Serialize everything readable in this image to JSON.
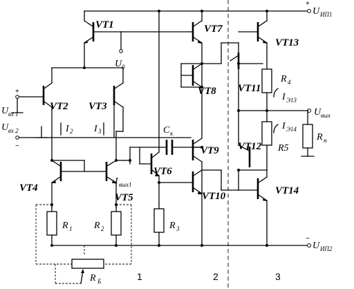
{
  "transistors": {
    "vt1": "VT1",
    "vt2": "VT2",
    "vt3": "VT3",
    "vt4": "VT4",
    "vt5": "VT5",
    "vt6": "VT6",
    "vt7": "VT7",
    "vt8": "VT8",
    "vt9": "VT9",
    "vt10": "VT10",
    "vt11": "VT11",
    "vt12": "VT12",
    "vt13": "VT13",
    "vt14": "VT14"
  },
  "resistors": {
    "r1": {
      "main": "R",
      "sub": "1"
    },
    "r2": {
      "main": "R",
      "sub": "2"
    },
    "r3": {
      "main": "R",
      "sub": "3"
    },
    "r4": {
      "main": "R",
      "sub": "4"
    },
    "r5": "R5",
    "rn": {
      "main": "R",
      "sub": "н"
    },
    "rb": {
      "main": "R",
      "sub": "Б"
    }
  },
  "capacitor": {
    "main": "C",
    "sub": "к"
  },
  "currents": {
    "i2": {
      "main": "I",
      "sub": "2"
    },
    "i3": {
      "main": "I",
      "sub": "3"
    },
    "iout1": {
      "main": "I",
      "sub": "вых1"
    },
    "ie13": {
      "main": "I",
      "sub": "Э13"
    },
    "ie14": {
      "main": "I",
      "sub": "Э14"
    }
  },
  "nodes": {
    "u0": {
      "main": "U",
      "sub": "0"
    },
    "uin1": {
      "main": "U",
      "sub": "вх 1"
    },
    "uin2": {
      "main": "U",
      "sub": "вх 2"
    },
    "uout": {
      "main": "U",
      "sub": "вых"
    },
    "usup1": {
      "main": "U",
      "sub": "ИП1"
    },
    "usup2": {
      "main": "U",
      "sub": "ИП2"
    }
  },
  "signs": {
    "plus_top": "+",
    "minus_bottom": "−",
    "plus_in": "+",
    "minus_in": "−"
  },
  "stages": {
    "s1": "1",
    "s2": "2",
    "s3": "3"
  }
}
